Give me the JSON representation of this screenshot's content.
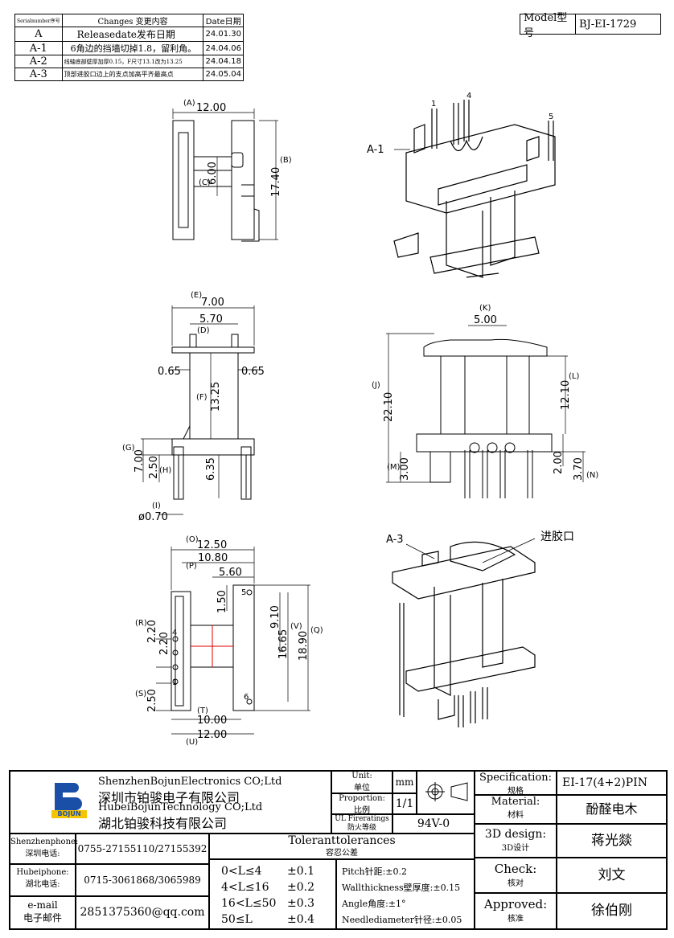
{
  "changes": {
    "header": {
      "serial": "Serialnumber序号",
      "change": "Changes 变更内容",
      "date": "Date日期"
    },
    "rows": [
      {
        "serial": "A",
        "change": "Releasedate发布日期",
        "date": "24.01.30"
      },
      {
        "serial": "A-1",
        "change": "6角边的挡墙切掉1.8，留利角。",
        "date": "24.04.06"
      },
      {
        "serial": "A-2",
        "change": "线轴底部壁厚加厚0.15，F尺寸13.1改为13.25",
        "date": "24.04.18"
      },
      {
        "serial": "A-3",
        "change": "顶部进胶口边上的支点加高平齐最高点",
        "date": "24.05.04"
      }
    ]
  },
  "model": {
    "label": "Model型号",
    "value": "BJ-EI-1729"
  },
  "view1": {
    "dimA_tag": "(A)",
    "dimA": "12.00",
    "dimB_tag": "(B)",
    "dimB": "17.40",
    "dimC_tag": "(C)",
    "dimC": "6.00"
  },
  "iso1": {
    "callout": "A-1",
    "pin1": "1",
    "pin4": "4",
    "pin5": "5"
  },
  "view2": {
    "dimE_tag": "(E)",
    "dimE": "7.00",
    "dimD_tag": "(D)",
    "dimD": "5.70",
    "left_wall": "0.65",
    "right_wall": "0.65",
    "dimF_tag": "(F)",
    "dimF": "13.25",
    "dimG_tag": "(G)",
    "dimG": "7.00",
    "dimH_tag": "(H)",
    "dimH": "2.50",
    "pin_len": "6.35",
    "dimI_tag": "(I)",
    "dimI": "ø0.70"
  },
  "view3": {
    "dimK_tag": "(K)",
    "dimK": "5.00",
    "dimJ_tag": "(J)",
    "dimJ": "22.10",
    "dimL_tag": "(L)",
    "dimL": "12.10",
    "dimM_tag": "(M)",
    "dimM": "3.00",
    "dimR": "2.00",
    "dimN_tag": "(N)",
    "dimN": "3.70"
  },
  "view4": {
    "dimO_tag": "(O)",
    "dimO": "12.50",
    "dimP_tag": "(P)",
    "dimP": "10.80",
    "dim560": "5.60",
    "dim150": "1.50",
    "dim910": "9.10",
    "dimV_tag": "(V)",
    "dimV": "16.65",
    "dimQ_tag": "(Q)",
    "dimQ": "18.90",
    "dimR_tag": "(R)",
    "dimR1": "2.20",
    "dimR2": "2.20",
    "dimS_tag": "(S)",
    "dimS": "2.50",
    "dimT_tag": "(T)",
    "dimT": "10.00",
    "dimU_tag": "(U)",
    "dimU": "12.00",
    "pin4": "4",
    "pin1": "1",
    "pin5": "5",
    "pin6": "6"
  },
  "iso2": {
    "callout": "A-3",
    "gate": "进胶口"
  },
  "title_block": {
    "company_en1": "ShenzhenBojunElectronics CO;Ltd",
    "company_cn1": "深圳市铂骏电子有限公司",
    "company_en2": "HubeiBojunTechnology CO;Ltd",
    "company_cn2": "湖北铂骏科技有限公司",
    "logo_text": "BOJUN",
    "unit_label": "Unit:",
    "unit_label_cn": "单位",
    "unit": "mm",
    "proportion_label": "Proportion:",
    "proportion_label_cn": "比例",
    "proportion": "1/1",
    "ul_label": "UL Fireratings",
    "ul_label_cn": "防火等级",
    "ul": "94V-0",
    "spec_label": "Specification:",
    "spec_label_cn": "规格",
    "spec": "EI-17(4+2)PIN",
    "material_label": "Material:",
    "material_label_cn": "材料",
    "material": "酚醛电木",
    "design_label": "3D design:",
    "design_label_cn": "3D设计",
    "design": "蒋光燚",
    "check_label": "Check:",
    "check_label_cn": "核对",
    "check": "刘文",
    "approved_label": "Approved:",
    "approved_label_cn": "核准",
    "approved": "徐伯刚",
    "sz_phone_label": "Shenzhenphone:",
    "sz_phone_label_cn": "深圳电话:",
    "sz_phone": "0755-27155110/27155392",
    "hb_phone_label": "Hubeiphone:",
    "hb_phone_label_cn": "湖北电话:",
    "hb_phone": "0715-3061868/3065989",
    "email_label": "e-mail",
    "email_label_cn": "电子邮件",
    "email": "2851375360@qq.com",
    "tol_title": "Toleranttolerances",
    "tol_title_cn": "容忍公差",
    "tolerances": [
      {
        "range": "0<L≤4",
        "tol": "±0.1"
      },
      {
        "range": "4<L≤16",
        "tol": "±0.2"
      },
      {
        "range": "16<L≤50",
        "tol": "±0.3"
      },
      {
        "range": "50≤L",
        "tol": "±0.4"
      }
    ],
    "notes": [
      "Pitch针距:±0.2",
      "Wallthickness壁厚度:±0.15",
      "Angle角度:±1°",
      "Needlediameter针径:±0.05"
    ]
  }
}
